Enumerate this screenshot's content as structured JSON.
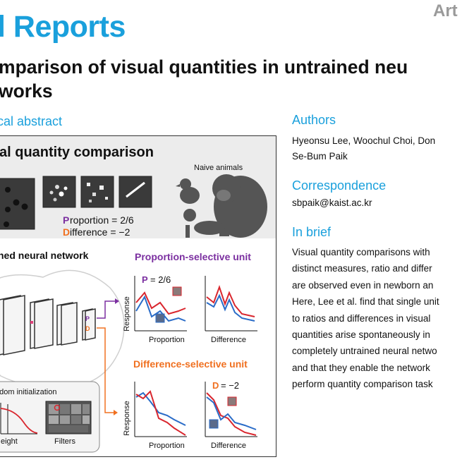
{
  "header": {
    "journal": "l Reports",
    "article_tag": "Art",
    "title_line1": "mparison of visual quantities in untrained neu",
    "title_line2": "works"
  },
  "abstract": {
    "section_label": "cal abstract",
    "heading": "al quantity comparison",
    "naive_animals": "Naive animals",
    "proportion_prefix": "P",
    "proportion_rest": "roportion = 2/6",
    "difference_prefix": "D",
    "difference_rest": "ifference = −2",
    "network_label": "ned neural network",
    "prop_unit_title": "Proportion-selective unit",
    "diff_unit_title": "Difference-selective unit",
    "p_label": "P",
    "p_value": "= 2/6",
    "d_label": "D",
    "d_value": "= −2",
    "response_label": "Response",
    "x_proportion": "Proportion",
    "x_difference": "Difference",
    "random_init": "ndom initialization",
    "weight_label": "eight",
    "filters_label": "Filters",
    "unit_p_mark": "P",
    "unit_d_mark": "D"
  },
  "sidebar": {
    "authors_heading": "Authors",
    "authors_line1": "Hyeonsu Lee, Woochul Choi, Don",
    "authors_line2": "Se-Bum Paik",
    "correspondence_heading": "Correspondence",
    "email": "sbpaik@kaist.ac.kr",
    "brief_heading": "In brief",
    "brief_lines": [
      "Visual quantity comparisons with",
      "distinct measures, ratio and differ",
      "are observed even in newborn an",
      "Here, Lee et al. find that single unit",
      "to ratios and differences in visual",
      "quantities arise spontaneously in",
      "completely untrained neural netwo",
      "and that they enable the network",
      "perform quantity comparison task"
    ]
  },
  "colors": {
    "accent": "#1aa0dc",
    "purple": "#7b2fa0",
    "orange": "#f07020",
    "red_line": "#d9262e",
    "blue_line": "#2a6cc8"
  }
}
